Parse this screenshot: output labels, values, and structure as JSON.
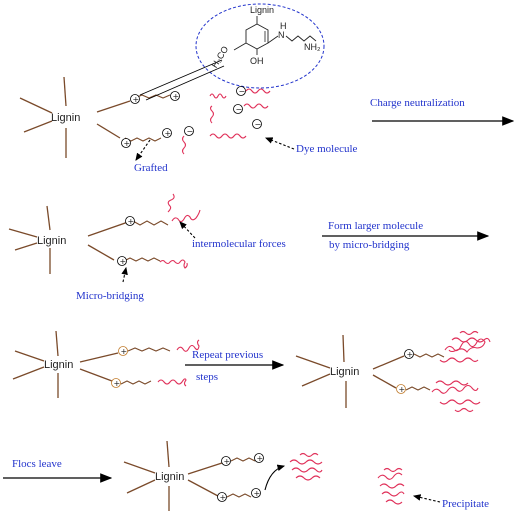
{
  "lignin_label": "Lignin",
  "inset": {
    "title": "Lignin",
    "methoxy": "H₃CO",
    "hydroxyl": "OH",
    "amine": "N",
    "amine_h": "H",
    "terminal_amine": "NH₂"
  },
  "labels": {
    "grafted": "Grafted",
    "dye_molecule": "Dye molecule",
    "charge_neutralization": "Charge neutralization",
    "intermolecular_forces": "intermolecular forces",
    "form_larger_1": "Form larger molecule",
    "form_larger_2": "by micro-bridging",
    "micro_bridging": "Micro-bridging",
    "repeat_1": "Repeat previous",
    "repeat_2": "steps",
    "flocs_leave": "Flocs leave",
    "precipitate": "Precipitate"
  },
  "charges": {
    "plus": "+",
    "minus": "−"
  },
  "colors": {
    "bond": "#7a4a2a",
    "dye": "#e0315a",
    "annotation": "#2233cc",
    "arrow": "#000000"
  }
}
